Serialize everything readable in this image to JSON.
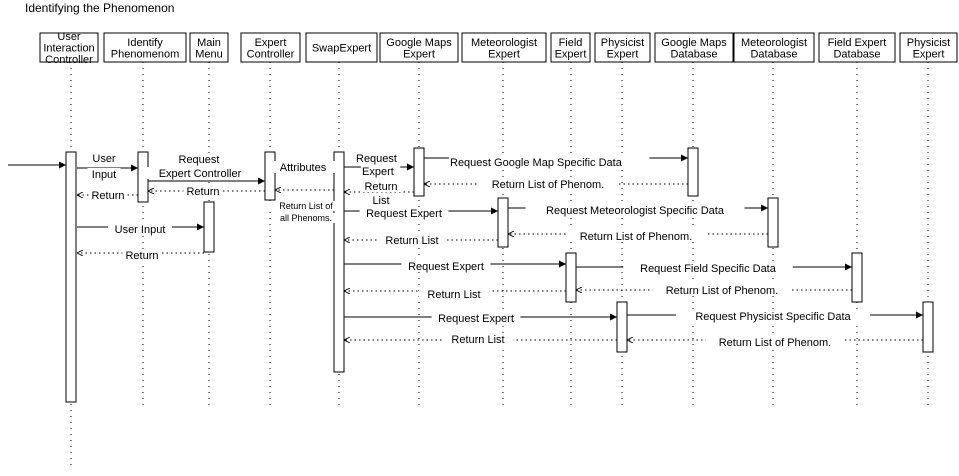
{
  "title": "Identifying the Phenomenon",
  "participants": [
    {
      "id": "uic",
      "label": [
        "User",
        "Interaction",
        "Controller"
      ]
    },
    {
      "id": "ip",
      "label": [
        "Identify",
        "Phenomenom"
      ]
    },
    {
      "id": "mm",
      "label": [
        "Main",
        "Menu"
      ]
    },
    {
      "id": "ec",
      "label": [
        "Expert",
        "Controller"
      ]
    },
    {
      "id": "se",
      "label": [
        "SwapExpert"
      ]
    },
    {
      "id": "gme",
      "label": [
        "Google Maps",
        "Expert"
      ]
    },
    {
      "id": "me",
      "label": [
        "Meteorologist",
        "Expert"
      ]
    },
    {
      "id": "fe",
      "label": [
        "Field",
        "Expert"
      ]
    },
    {
      "id": "pe",
      "label": [
        "Physicist",
        "Expert"
      ]
    },
    {
      "id": "gmd",
      "label": [
        "Google Maps",
        "Database"
      ]
    },
    {
      "id": "md",
      "label": [
        "Meteorologist",
        "Database"
      ]
    },
    {
      "id": "fed",
      "label": [
        "Field Expert",
        "Database"
      ]
    },
    {
      "id": "ped",
      "label": [
        "Physicist",
        "Expert"
      ]
    }
  ],
  "messages": [
    {
      "id": "m-entry",
      "label": [],
      "kind": "call"
    },
    {
      "id": "m-user-input-1",
      "label": [
        "User",
        "Input"
      ],
      "kind": "call"
    },
    {
      "id": "m-return-1",
      "label": [
        "Return"
      ],
      "kind": "return"
    },
    {
      "id": "m-request-ec",
      "label": [
        "Request",
        "Expert Controller"
      ],
      "kind": "call"
    },
    {
      "id": "m-return-2",
      "label": [
        "Return"
      ],
      "kind": "return"
    },
    {
      "id": "m-attributes",
      "label": [
        "Attributes"
      ],
      "kind": "call"
    },
    {
      "id": "m-return-phenoms",
      "label": [
        "Return List of",
        "all Phenoms."
      ],
      "kind": "return"
    },
    {
      "id": "m-user-input-2",
      "label": [
        "User Input"
      ],
      "kind": "call"
    },
    {
      "id": "m-return-3",
      "label": [
        "Return"
      ],
      "kind": "return"
    },
    {
      "id": "m-req-gme",
      "label": [
        "Request",
        "Expert"
      ],
      "kind": "call"
    },
    {
      "id": "m-req-gmd",
      "label": [
        "Request Google Map Specific Data"
      ],
      "kind": "call"
    },
    {
      "id": "m-ret-gmd",
      "label": [
        "Return List of Phenom."
      ],
      "kind": "return"
    },
    {
      "id": "m-ret-gme",
      "label": [
        "Return",
        "List"
      ],
      "kind": "return"
    },
    {
      "id": "m-req-me",
      "label": [
        "Request Expert"
      ],
      "kind": "call"
    },
    {
      "id": "m-req-md",
      "label": [
        "Request Meteorologist Specific Data"
      ],
      "kind": "call"
    },
    {
      "id": "m-ret-md",
      "label": [
        "Return List of Phenom."
      ],
      "kind": "return"
    },
    {
      "id": "m-ret-me",
      "label": [
        "Return List"
      ],
      "kind": "return"
    },
    {
      "id": "m-req-fe",
      "label": [
        "Request Expert"
      ],
      "kind": "call"
    },
    {
      "id": "m-req-fed",
      "label": [
        "Request Field Specific Data"
      ],
      "kind": "call"
    },
    {
      "id": "m-ret-fed",
      "label": [
        "Return List of Phenom."
      ],
      "kind": "return"
    },
    {
      "id": "m-ret-fe",
      "label": [
        "Return List"
      ],
      "kind": "return"
    },
    {
      "id": "m-req-pe",
      "label": [
        "Request Expert"
      ],
      "kind": "call"
    },
    {
      "id": "m-req-ped",
      "label": [
        "Request Physicist Specific Data"
      ],
      "kind": "call"
    },
    {
      "id": "m-ret-ped",
      "label": [
        "Return List of Phenom."
      ],
      "kind": "return"
    },
    {
      "id": "m-ret-pe",
      "label": [
        "Return List"
      ],
      "kind": "return"
    }
  ]
}
